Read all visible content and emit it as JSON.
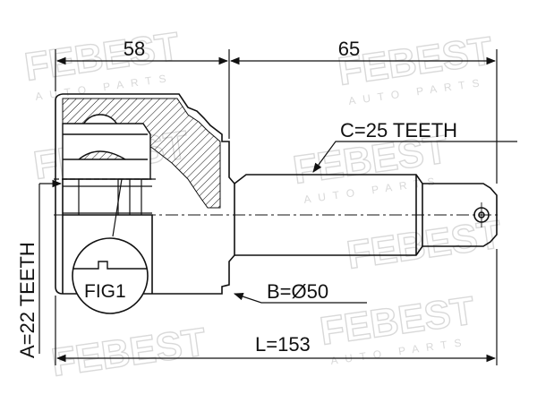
{
  "diagram": {
    "dimension_top_left": "58",
    "dimension_top_right": "65",
    "spline_outer": "C=25 TEETH",
    "spline_inner": "A=22 TEETH",
    "diameter": "B=Ø50",
    "length": "L=153",
    "figure_label": "FIG1"
  },
  "watermark": {
    "brand": "FEBEST",
    "tagline": "AUTO PARTS"
  },
  "colors": {
    "line": "#111111",
    "watermark": "#d9d9d9"
  }
}
